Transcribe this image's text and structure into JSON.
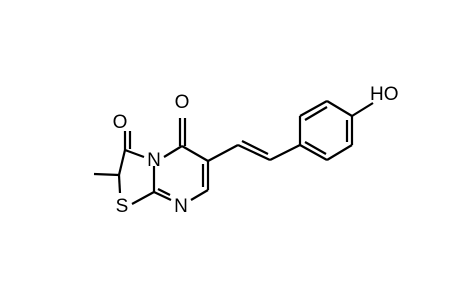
{
  "molecule": {
    "atoms": {
      "carbonyl_left_o": "O",
      "carbonyl_right_o": "O",
      "ring_n": "N",
      "ring_n_pyrimidine": "N",
      "thiazole_s": "S",
      "hydroxyl": "HO"
    },
    "colors": {
      "bond": "#000000",
      "label": "#000000",
      "background": "#ffffff"
    }
  }
}
